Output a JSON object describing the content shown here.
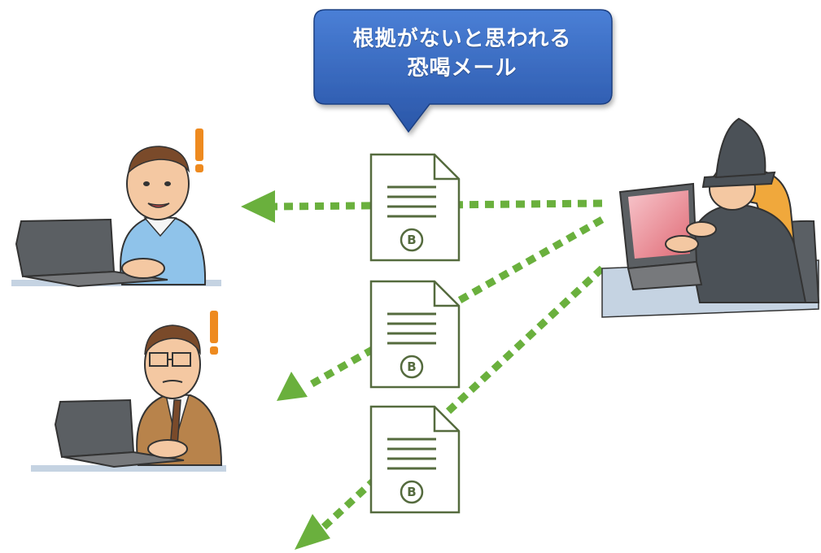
{
  "callout": {
    "line1": "根拠がないと思われる",
    "line2": "恐喝メール"
  },
  "document_icon": {
    "symbol": "B",
    "count": 3
  },
  "colors": {
    "callout_fill": "#2f5fb5",
    "callout_edge": "#1d3f82",
    "arrow_green": "#6ab03d",
    "exclamation": "#ee8a1f",
    "doc_stroke": "#556b3e",
    "victim1_sweater": "#8fc3ea",
    "victim2_jacket": "#b8834b",
    "laptop_gray": "#5b5f63",
    "attacker_screen": "#e06a75",
    "attacker_cloak": "#4b5157",
    "attacker_hair": "#f0a83c"
  },
  "icons": [
    "exclamation-icon",
    "document-icon",
    "bitcoin-icon",
    "arrow-icon"
  ]
}
